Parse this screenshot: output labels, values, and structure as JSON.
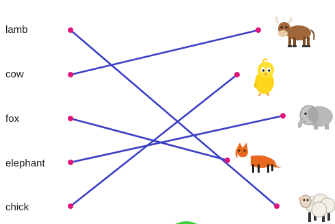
{
  "words": [
    "lamb",
    "cow",
    "fox",
    "elephant",
    "chick"
  ],
  "animals": [
    "cow-icon",
    "chick-icon",
    "elephant-icon",
    "fox-icon",
    "sheep-icon"
  ],
  "matches": [
    {
      "from": "lamb",
      "to": "sheep-icon"
    },
    {
      "from": "cow",
      "to": "cow-icon"
    },
    {
      "from": "fox",
      "to": "fox-icon"
    },
    {
      "from": "elephant",
      "to": "elephant-icon"
    },
    {
      "from": "chick",
      "to": "chick-icon"
    }
  ],
  "colors": {
    "line": "#3b3fc4",
    "dot": "#e0147a",
    "text": "#1a1a1a"
  }
}
